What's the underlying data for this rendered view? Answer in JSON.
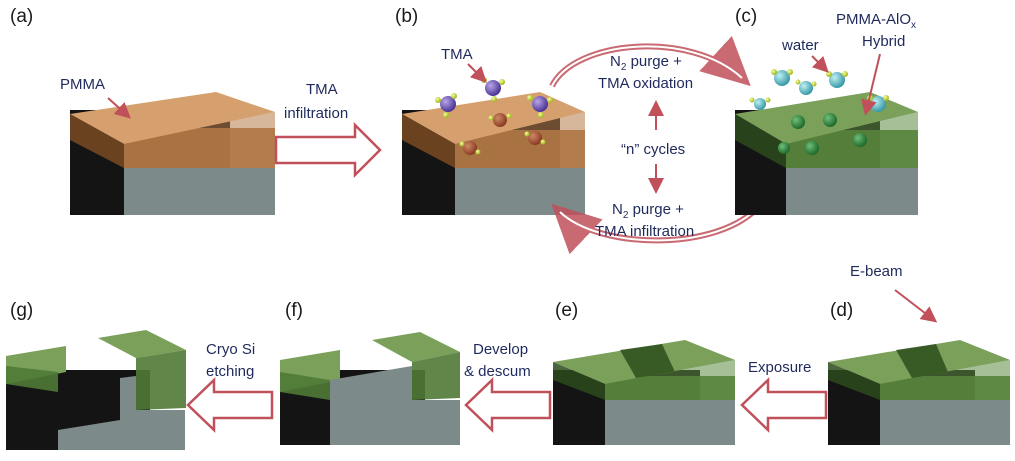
{
  "colors": {
    "pmma_top": "#d6a06e",
    "pmma_front": "#a86f3e",
    "pmma_side": "#8c5a30",
    "hybrid_top": "#7aa05a",
    "hybrid_front": "#4f7a35",
    "si_front": "#7d8a8a",
    "si_side": "#5a6464",
    "si_black": "#141414",
    "arrow": "#c0505a",
    "text_navy": "#1f2a5c"
  },
  "panels": {
    "a": "(a)",
    "b": "(b)",
    "c": "(c)",
    "d": "(d)",
    "e": "(e)",
    "f": "(f)",
    "g": "(g)"
  },
  "labels": {
    "pmma": "PMMA",
    "tma_infiltration_1": "TMA",
    "tma_infiltration_2": "infiltration",
    "tma": "TMA",
    "n2_purge_top_1": "N",
    "n2_purge_top_sub": "2",
    "n2_purge_top_2": " purge +",
    "tma_oxidation": "TMA oxidation",
    "n_cycles": "“n” cycles",
    "n2_purge_bot_1": "N",
    "n2_purge_bot_sub": "2",
    "n2_purge_bot_2": " purge +",
    "tma_infiltration_bot": "TMA infiltration",
    "water": "water",
    "hybrid_1": "PMMA-AlO",
    "hybrid_sub": "x",
    "hybrid_2": "Hybrid",
    "ebeam": "E-beam",
    "exposure": "Exposure",
    "develop_1": "Develop",
    "develop_2": "& descum",
    "cryo_1": "Cryo Si",
    "cryo_2": "etching"
  }
}
